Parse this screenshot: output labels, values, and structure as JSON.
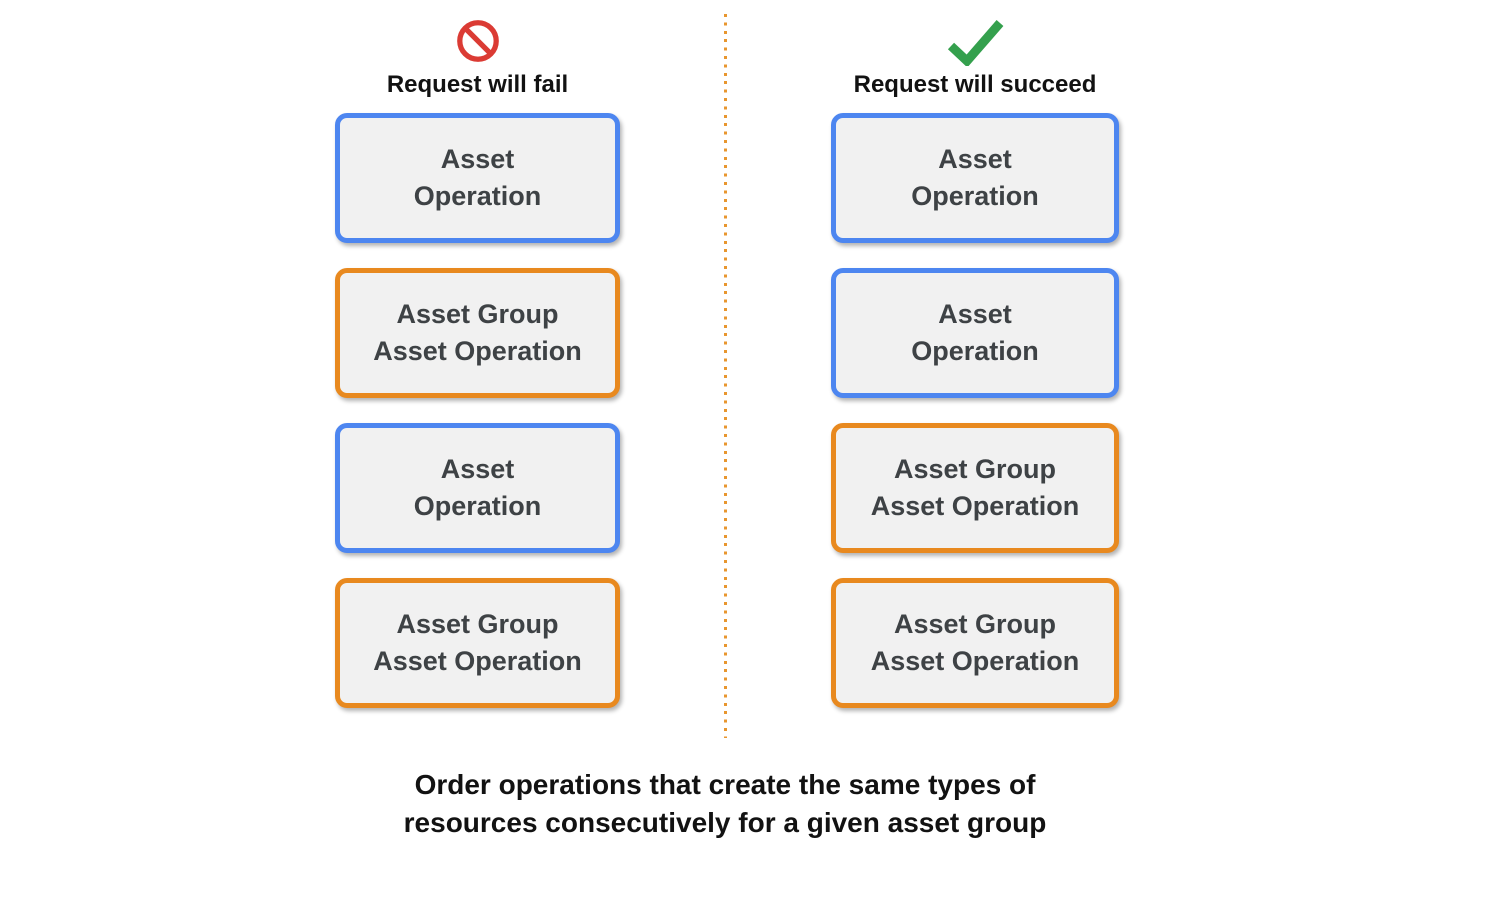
{
  "columns": [
    {
      "result": "fail",
      "icon": "prohibition-icon",
      "title": "Request will fail",
      "boxes": [
        {
          "kind": "asset-operation",
          "line1": "Asset",
          "line2": "Operation"
        },
        {
          "kind": "asset-group-asset-operation",
          "line1": "Asset Group",
          "line2": "Asset Operation"
        },
        {
          "kind": "asset-operation",
          "line1": "Asset",
          "line2": "Operation"
        },
        {
          "kind": "asset-group-asset-operation",
          "line1": "Asset Group",
          "line2": "Asset Operation"
        }
      ]
    },
    {
      "result": "succeed",
      "icon": "checkmark-icon",
      "title": "Request will succeed",
      "boxes": [
        {
          "kind": "asset-operation",
          "line1": "Asset",
          "line2": "Operation"
        },
        {
          "kind": "asset-operation",
          "line1": "Asset",
          "line2": "Operation"
        },
        {
          "kind": "asset-group-asset-operation",
          "line1": "Asset Group",
          "line2": "Asset Operation"
        },
        {
          "kind": "asset-group-asset-operation",
          "line1": "Asset Group",
          "line2": "Asset Operation"
        }
      ]
    }
  ],
  "caption": {
    "line1": "Order operations that create the same types of",
    "line2": "resources consecutively for a given asset group"
  },
  "colors": {
    "asset_operation_border": "#4D86F0",
    "asset_group_border": "#E8891F",
    "box_fill": "#F1F1F1",
    "box_text": "#3E4245",
    "fail_icon": "#DB3B34",
    "succeed_icon": "#34A04D",
    "divider": "#E8962E",
    "heading_text": "#121212"
  }
}
